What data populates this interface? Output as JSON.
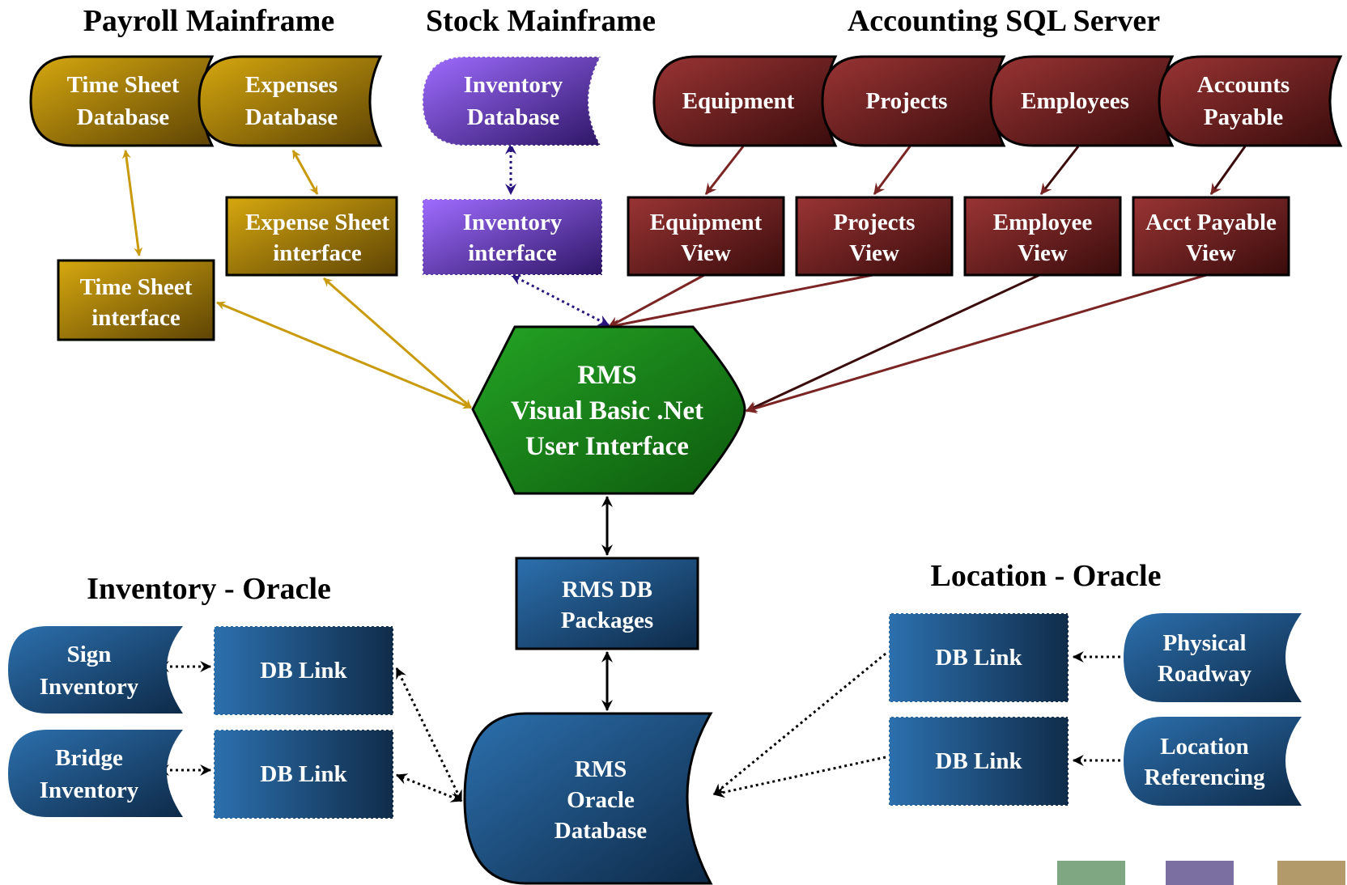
{
  "groups": {
    "payroll": "Payroll Mainframe",
    "stock": "Stock Mainframe",
    "accounting": "Accounting SQL Server",
    "inventory_oracle": "Inventory - Oracle",
    "location_oracle": "Location - Oracle"
  },
  "databases": {
    "time_sheet": [
      "Time Sheet",
      "Database"
    ],
    "expenses": [
      "Expenses",
      "Database"
    ],
    "inventory": [
      "Inventory",
      "Database"
    ],
    "equipment": [
      "Equipment"
    ],
    "projects": [
      "Projects"
    ],
    "employees": [
      "Employees"
    ],
    "accounts_payable": [
      "Accounts",
      "Payable"
    ],
    "sign_inventory": [
      "Sign",
      "Inventory"
    ],
    "bridge_inventory": [
      "Bridge",
      "Inventory"
    ],
    "physical_roadway": [
      "Physical",
      "Roadway"
    ],
    "location_referencing": [
      "Location",
      "Referencing"
    ],
    "rms_oracle": [
      "RMS",
      "Oracle",
      "Database"
    ]
  },
  "interfaces": {
    "time_sheet": [
      "Time Sheet",
      "interface"
    ],
    "expense_sheet": [
      "Expense Sheet",
      "interface"
    ],
    "inventory": [
      "Inventory",
      "interface"
    ]
  },
  "views": {
    "equipment": [
      "Equipment",
      "View"
    ],
    "projects": [
      "Projects",
      "View"
    ],
    "employee": [
      "Employee",
      "View"
    ],
    "acct_payable": [
      "Acct Payable",
      "View"
    ]
  },
  "core": {
    "ui": [
      "RMS",
      "Visual Basic .Net",
      "User Interface"
    ],
    "packages": [
      "RMS DB",
      "Packages"
    ]
  },
  "db_links": {
    "sign": "DB Link",
    "bridge": "DB Link",
    "roadway": "DB Link",
    "location": "DB Link"
  },
  "colors": {
    "payroll": "#b8900a",
    "stock": "#8c5ce8",
    "accounting": "#7a2424",
    "ui": "#1f9e1f",
    "oracle": "#2a6aa6"
  }
}
